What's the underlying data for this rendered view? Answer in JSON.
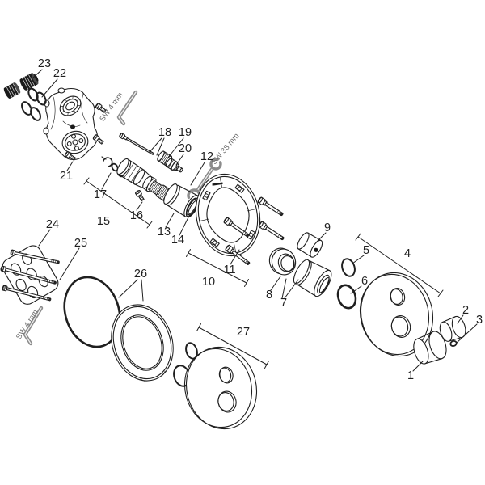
{
  "figure": {
    "background": "#ffffff",
    "line_color": "#1f1f1f",
    "tool_color": "#8c8c8c",
    "type": "exploded-parts-diagram"
  },
  "callouts": [
    {
      "number": "1"
    },
    {
      "number": "2"
    },
    {
      "number": "3"
    },
    {
      "number": "4"
    },
    {
      "number": "5"
    },
    {
      "number": "6"
    },
    {
      "number": "7"
    },
    {
      "number": "8"
    },
    {
      "number": "9"
    },
    {
      "number": "10"
    },
    {
      "number": "11"
    },
    {
      "number": "12"
    },
    {
      "number": "13"
    },
    {
      "number": "14"
    },
    {
      "number": "15"
    },
    {
      "number": "16"
    },
    {
      "number": "17"
    },
    {
      "number": "18"
    },
    {
      "number": "19"
    },
    {
      "number": "20"
    },
    {
      "number": "21"
    },
    {
      "number": "22"
    },
    {
      "number": "23"
    },
    {
      "number": "24"
    },
    {
      "number": "25"
    },
    {
      "number": "26"
    },
    {
      "number": "27"
    }
  ],
  "tool_labels": {
    "allen_key_top": "SW 4 mm",
    "open_end_wrench": "SW 38 mm",
    "allen_key_bottom": "SW 4 mm"
  }
}
